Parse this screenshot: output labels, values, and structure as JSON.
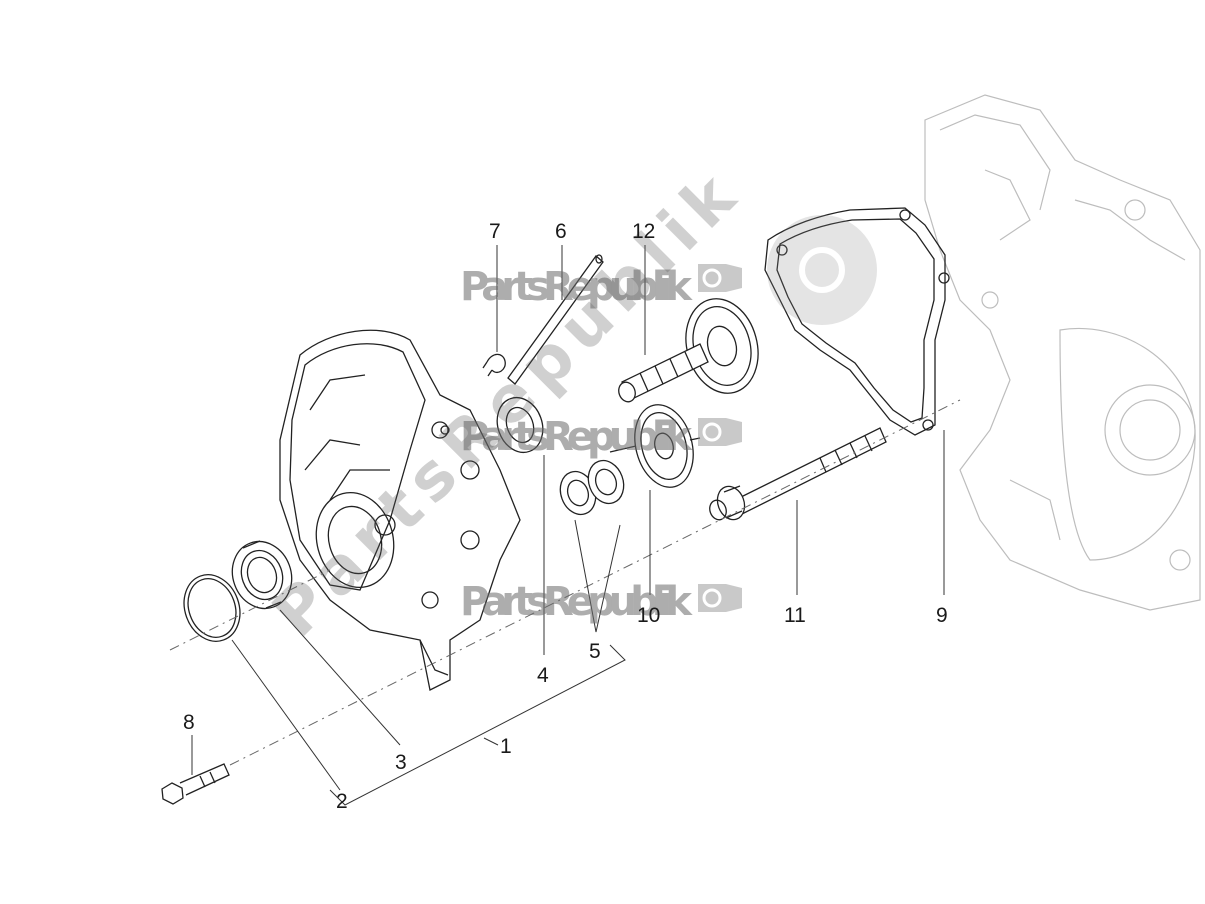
{
  "watermarks": {
    "brand": "PartsRepublik",
    "brand_diagonal": "PartsRepublik"
  },
  "callouts": {
    "c1": "1",
    "c2": "2",
    "c3": "3",
    "c4": "4",
    "c5": "5",
    "c6": "6",
    "c7": "7",
    "c8": "8",
    "c9": "9",
    "c10": "10",
    "c11": "11",
    "c12": "12"
  },
  "colors": {
    "line": "#222222",
    "ghost": "#bdbdbd",
    "watermark": "#6b6b6b"
  }
}
